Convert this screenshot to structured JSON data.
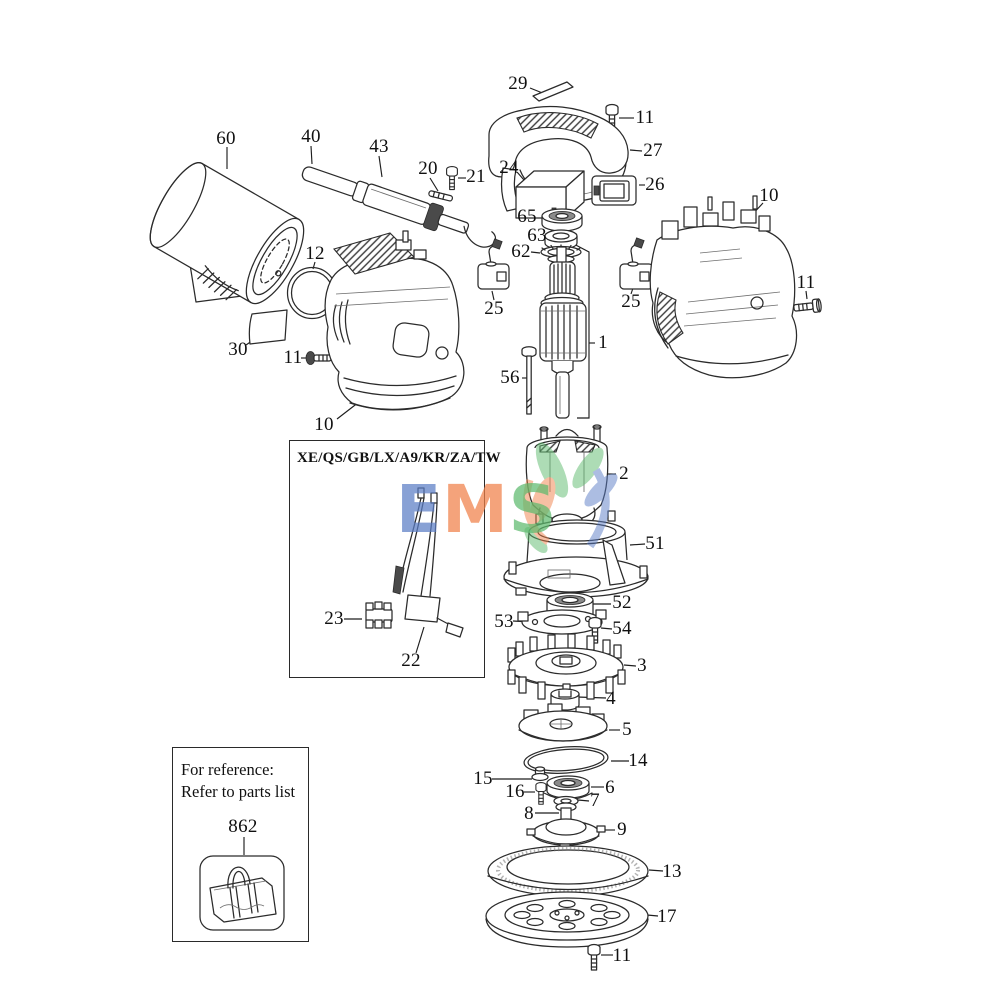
{
  "watermark": {
    "text": "EMS",
    "letters": [
      {
        "char": "E",
        "color": "#5b7ec6"
      },
      {
        "char": "M",
        "color": "#f08149"
      },
      {
        "char": "S",
        "color": "#5eba6e"
      }
    ],
    "accent_blue": "#5b7ec6",
    "accent_orange": "#f08149",
    "accent_green": "#5eba6e"
  },
  "variant_box": {
    "title": "XE/QS/GB/LX/A9/KR/ZA/TW"
  },
  "reference_box": {
    "line1": "For reference:",
    "line2": "Refer to parts list",
    "part_number": "862",
    "icon": "tool-bag-icon"
  },
  "callouts": [
    {
      "id": "29",
      "number": "29"
    },
    {
      "id": "11-top",
      "number": "11"
    },
    {
      "id": "27",
      "number": "27"
    },
    {
      "id": "24",
      "number": "24"
    },
    {
      "id": "26",
      "number": "26"
    },
    {
      "id": "65",
      "number": "65"
    },
    {
      "id": "63",
      "number": "63"
    },
    {
      "id": "62",
      "number": "62"
    },
    {
      "id": "1",
      "number": "1"
    },
    {
      "id": "56",
      "number": "56"
    },
    {
      "id": "25-left",
      "number": "25"
    },
    {
      "id": "25-right",
      "number": "25"
    },
    {
      "id": "10-right",
      "number": "10"
    },
    {
      "id": "11-right",
      "number": "11"
    },
    {
      "id": "60",
      "number": "60"
    },
    {
      "id": "40",
      "number": "40"
    },
    {
      "id": "43",
      "number": "43"
    },
    {
      "id": "20",
      "number": "20"
    },
    {
      "id": "21",
      "number": "21"
    },
    {
      "id": "12",
      "number": "12"
    },
    {
      "id": "30",
      "number": "30"
    },
    {
      "id": "11-left",
      "number": "11"
    },
    {
      "id": "10-left",
      "number": "10"
    },
    {
      "id": "23",
      "number": "23"
    },
    {
      "id": "22",
      "number": "22"
    },
    {
      "id": "2",
      "number": "2"
    },
    {
      "id": "51",
      "number": "51"
    },
    {
      "id": "52",
      "number": "52"
    },
    {
      "id": "53",
      "number": "53"
    },
    {
      "id": "54",
      "number": "54"
    },
    {
      "id": "3",
      "number": "3"
    },
    {
      "id": "4",
      "number": "4"
    },
    {
      "id": "5",
      "number": "5"
    },
    {
      "id": "14",
      "number": "14"
    },
    {
      "id": "15",
      "number": "15"
    },
    {
      "id": "16",
      "number": "16"
    },
    {
      "id": "6",
      "number": "6"
    },
    {
      "id": "7",
      "number": "7"
    },
    {
      "id": "8",
      "number": "8"
    },
    {
      "id": "9",
      "number": "9"
    },
    {
      "id": "13",
      "number": "13"
    },
    {
      "id": "17",
      "number": "17"
    },
    {
      "id": "11-bottom",
      "number": "11"
    },
    {
      "id": "862",
      "number": "862"
    }
  ]
}
